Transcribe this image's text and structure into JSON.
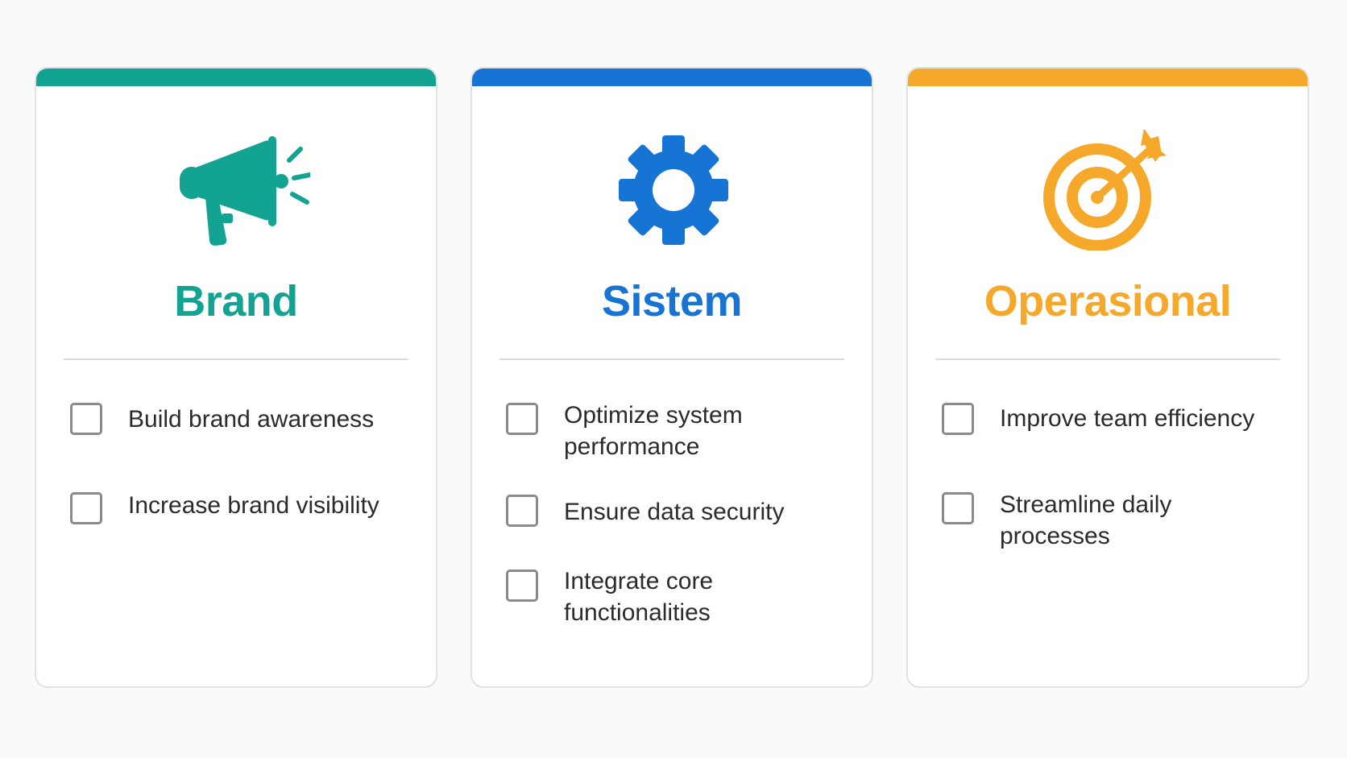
{
  "cards": [
    {
      "title": "Brand",
      "color": "#13a392",
      "icon": "megaphone-icon",
      "items": [
        {
          "label": "Build brand awareness",
          "checked": false
        },
        {
          "label": "Increase brand visibility",
          "checked": false
        }
      ]
    },
    {
      "title": "Sistem",
      "color": "#1574d4",
      "icon": "gear-icon",
      "items": [
        {
          "label": "Optimize system performance",
          "checked": false
        },
        {
          "label": "Ensure data security",
          "checked": false
        },
        {
          "label": "Integrate core functionalities",
          "checked": false
        }
      ]
    },
    {
      "title": "Operasional",
      "color": "#f5a82a",
      "icon": "target-icon",
      "items": [
        {
          "label": "Improve team efficiency",
          "checked": false
        },
        {
          "label": "Streamline daily processes",
          "checked": false
        }
      ]
    }
  ]
}
